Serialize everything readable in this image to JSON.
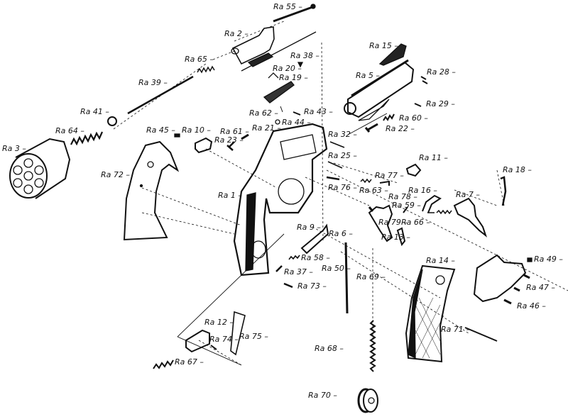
{
  "diagram": {
    "type": "exploded parts diagram of a revolver",
    "ink_color": "#111111",
    "background": "#ffffff",
    "part_labels": [
      "Ra 55",
      "Ra 2",
      "Ra 65",
      "Ra 39",
      "Ra 41",
      "Ra 64",
      "Ra 3",
      "Ra 72",
      "Ra 45",
      "Ra 10",
      "Ra 61",
      "Ra 21",
      "Ra 23",
      "Ra 62",
      "Ra 44",
      "Ra 43",
      "Ra 38",
      "Ra 20",
      "Ra 19",
      "Ra 15",
      "Ra 5",
      "Ra 28",
      "Ra 29",
      "Ra 60",
      "Ra 22",
      "Ra 32",
      "Ra 25",
      "Ra 11",
      "Ra 18",
      "Ra 77",
      "Ra 76",
      "Ra 63",
      "Ra 16",
      "Ra 7",
      "Ra 78",
      "Ra 59",
      "Ra 1",
      "Ra 79",
      "Ra 66",
      "Ra 9",
      "Ra 6",
      "Ra 13",
      "Ra 58",
      "Ra 37",
      "Ra 73",
      "Ra 50",
      "Ra 69",
      "Ra 14",
      "Ra 49",
      "Ra 47",
      "Ra 46",
      "Ra 71",
      "Ra 12",
      "Ra 74",
      "Ra 75",
      "Ra 67",
      "Ra 68",
      "Ra 70"
    ]
  }
}
